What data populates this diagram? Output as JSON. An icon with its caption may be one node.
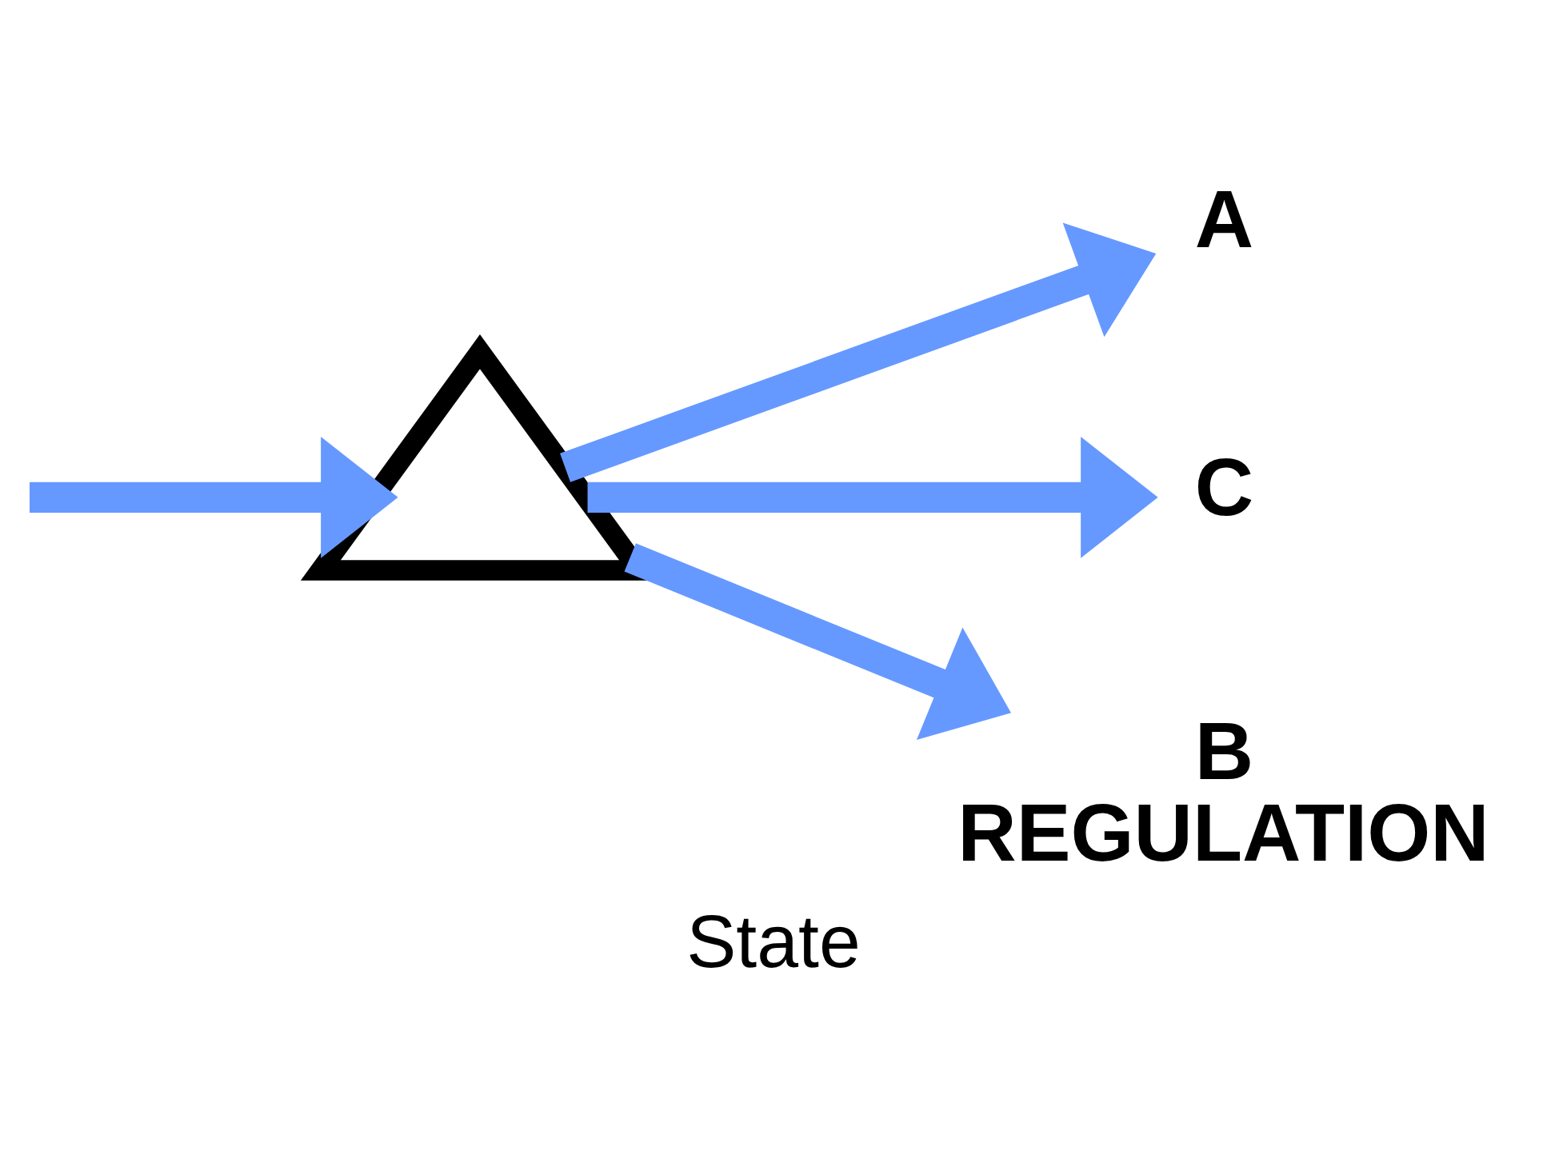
{
  "diagram": {
    "caption": "State",
    "nodes": [
      {
        "text": [],
        "shape": "triangle"
      },
      {
        "text": [
          "A"
        ]
      },
      {
        "text": [
          "C"
        ]
      },
      {
        "text": [
          "B",
          "REGULATION"
        ]
      }
    ],
    "edges": [
      {
        "from": null,
        "to": 0,
        "arrow": "to"
      },
      {
        "from": 0,
        "to": 1,
        "arrow": "to"
      },
      {
        "from": 0,
        "to": 2,
        "arrow": "to"
      },
      {
        "from": 0,
        "to": 3,
        "arrow": "to"
      }
    ]
  }
}
